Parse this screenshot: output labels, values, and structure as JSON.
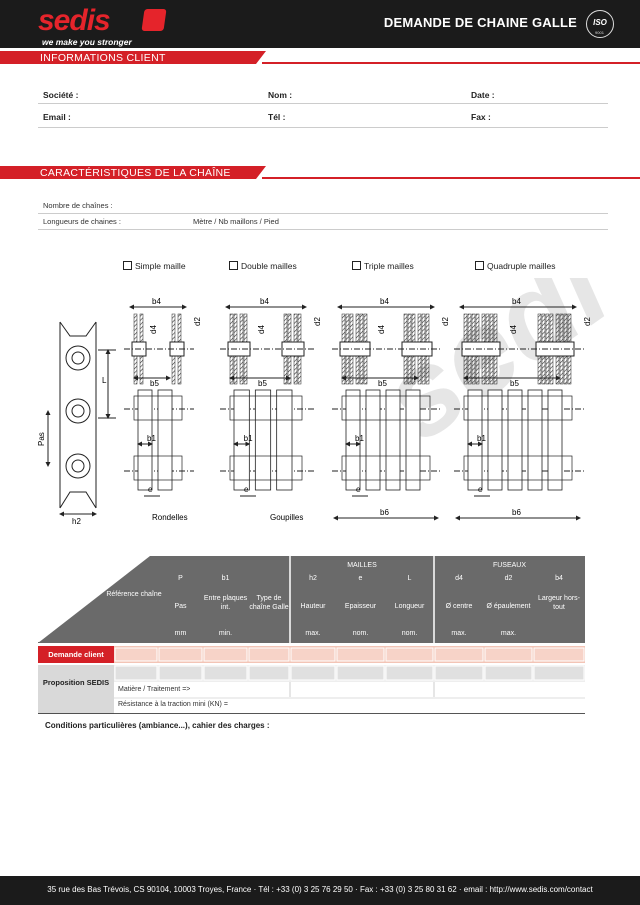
{
  "header": {
    "brand": "sedis",
    "tagline": "we make you stronger",
    "title": "DEMANDE DE CHAINE GALLE",
    "iso_label": "ISO",
    "iso_sub": "9001"
  },
  "client": {
    "section_title": "INFORMATIONS CLIENT",
    "fields": {
      "societe": "Société :",
      "nom": "Nom :",
      "date": "Date :",
      "email": "Email :",
      "tel": "Tél :",
      "fax": "Fax :"
    }
  },
  "chain": {
    "section_title": "CARACTÉRISTIQUES DE LA CHAÎNE",
    "nombre_label": "Nombre de chaînes :",
    "longueur_label": "Longueurs de chaines :",
    "longueur_hint": "Mètre / Nb maillons / Pied",
    "options": [
      "Simple maille",
      "Double mailles",
      "Triple mailles",
      "Quadruple mailles"
    ]
  },
  "drawing": {
    "labels": {
      "b4": "b4",
      "d4": "d4",
      "d2": "d2",
      "b5": "b5",
      "b1": "b1",
      "e": "e",
      "b6": "b6",
      "L": "L",
      "pas": "Pas",
      "h2": "h2",
      "rondelles": "Rondelles",
      "goupilles": "Goupilles"
    },
    "watermark": "sedis"
  },
  "table": {
    "group_mailles": "MAILLES",
    "group_fuseaux": "FUSEAUX",
    "reference": "Référence chaîne",
    "columns": [
      {
        "code": "P",
        "name": "Pas",
        "unit": "mm"
      },
      {
        "code": "b1",
        "name": "Entre plaques int.",
        "unit": "min."
      },
      {
        "code": "",
        "name": "Type de chaîne Galle",
        "unit": ""
      },
      {
        "code": "h2",
        "name": "Hauteur",
        "unit": "max."
      },
      {
        "code": "e",
        "name": "Epaisseur",
        "unit": "nom."
      },
      {
        "code": "L",
        "name": "Longueur",
        "unit": "nom."
      },
      {
        "code": "d4",
        "name": "Ø centre",
        "unit": "max."
      },
      {
        "code": "d2",
        "name": "Ø épaulement",
        "unit": "max."
      },
      {
        "code": "b4",
        "name": "Largeur hors-tout",
        "unit": ""
      }
    ],
    "row_demande": "Demande client",
    "row_proposition": "Proposition SEDIS",
    "matiere": "Matière / Traitement =>",
    "resistance": "Résistance à la traction mini (KN) ="
  },
  "conditions_label": "Conditions particulières (ambiance...), cahier des charges :",
  "footer": "35 rue des Bas Trévois, CS 90104, 10003 Troyes, France · Tél : +33 (0) 3 25 76 29 50 · Fax : +33 (0) 3 25 80 31 62 · email : http://www.sedis.com/contact"
}
